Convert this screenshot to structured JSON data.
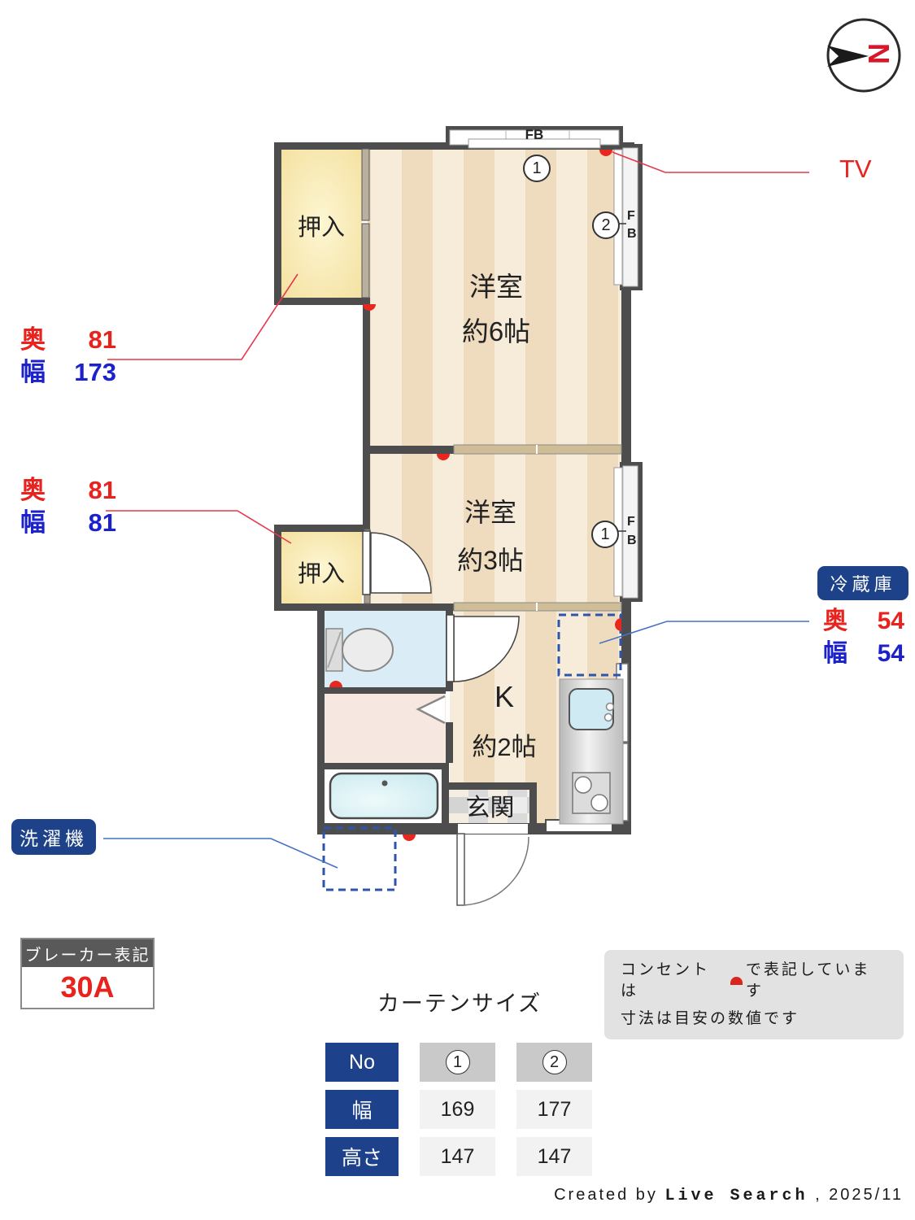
{
  "compass": {
    "letter": "N"
  },
  "plan": {
    "closet_top_label": "押入",
    "closet_mid_label": "押入",
    "room6_name": "洋室",
    "room6_size": "約6帖",
    "room3_name": "洋室",
    "room3_size": "約3帖",
    "kitchen_name": "K",
    "kitchen_size": "約2帖",
    "genkan_label": "玄関",
    "window_top_label": "FB",
    "window_f": "F",
    "window_b": "B",
    "curtain_mark_1": "1",
    "curtain_mark_2": "2",
    "curtain_mark_3": "1"
  },
  "annotations": {
    "tv_label": "TV",
    "closet_top_dims": {
      "depth_key": "奥",
      "depth_value": "81",
      "width_key": "幅",
      "width_value": "173"
    },
    "closet_mid_dims": {
      "depth_key": "奥",
      "depth_value": "81",
      "width_key": "幅",
      "width_value": "81"
    },
    "fridge": {
      "label": "冷蔵庫",
      "depth_key": "奥",
      "depth_value": "54",
      "width_key": "幅",
      "width_value": "54"
    },
    "washer_label": "洗濯機",
    "breaker": {
      "title": "ブレーカー表記",
      "value": "30A"
    },
    "notes_line1_pre": "コンセントは",
    "notes_line1_post": "で表記しています",
    "notes_line2": "寸法は目安の数値です"
  },
  "curtain_table": {
    "title": "カーテンサイズ",
    "row_no_label": "No",
    "row_width_label": "幅",
    "row_height_label": "高さ",
    "width_1": "169",
    "width_2": "177",
    "height_1": "147",
    "height_2": "147"
  },
  "credit": {
    "prefix": "Created by ",
    "brand": "Live Search",
    "suffix": " , 2025/11"
  }
}
